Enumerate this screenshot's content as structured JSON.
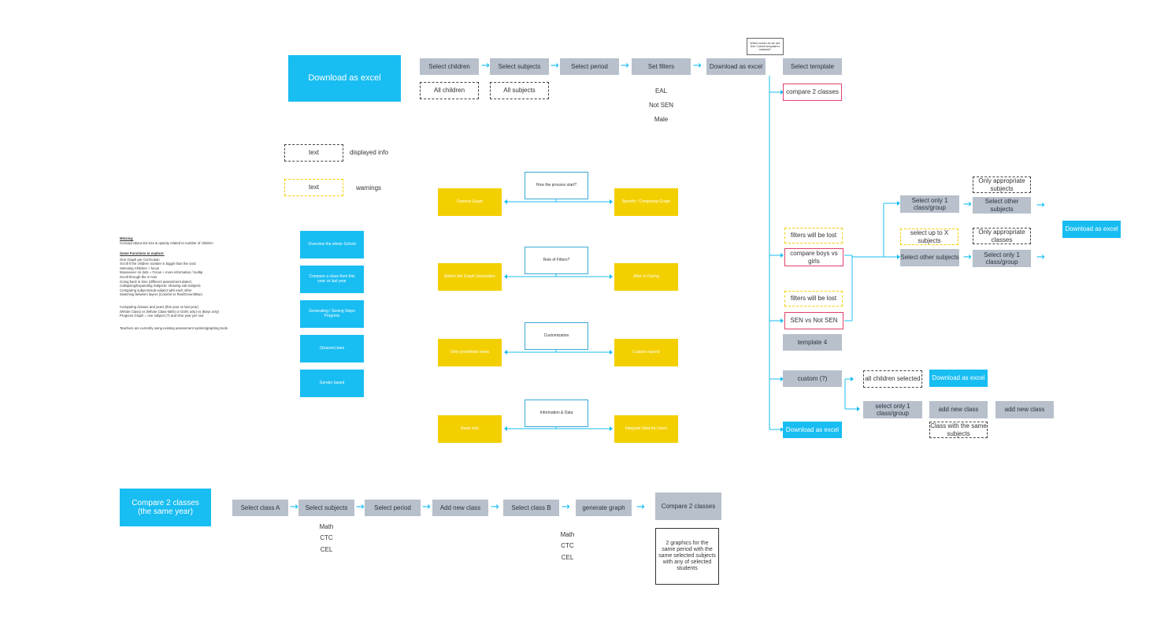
{
  "download_section": {
    "title": "Download as excel",
    "steps": [
      "Select children",
      "Select subjects",
      "Select period",
      "Set filters",
      "Download as excel"
    ],
    "defaults": [
      "All children",
      "All subjects"
    ],
    "filters": [
      "EAL",
      "Not SEN",
      "Male"
    ],
    "question_note": "Which screen do we see first. Current template is selected?",
    "select_template": "Select template",
    "options": [
      "compare 2 classes",
      "compare boys vs girls",
      "SEN vs Not SEN",
      "template 4",
      "custom (?)",
      "Download as excel"
    ],
    "warnings": [
      "filters will be lost",
      "filters will be lost"
    ],
    "boys_girls_branch": {
      "select_only_1_class": "Select only 1 class/group",
      "only_appropriate_subjects_1": "Only appropriate subjects",
      "select_other_subjects_1": "Select other subjects",
      "select_up_to_x": "select up to X subjects",
      "only_appropriate_classes": "Only appropriate classes",
      "select_other_subjects_2": "Select other subjects",
      "select_only_1_class_2": "Select only 1 class/group",
      "download": "Download as excel"
    },
    "custom_branch": {
      "all_children_selected": "all children selected",
      "download": "Download as excel",
      "select_only_1_class": "select only 1 class/group",
      "add_new_class_1": "add new class",
      "add_new_class_2": "add new class",
      "class_same_subjects": "Class with the same subjects"
    }
  },
  "legend": {
    "text_label": "text",
    "displayed_info": "displayed info",
    "text_label_2": "text",
    "warnings": "warnings"
  },
  "notes": {
    "missing_heading": "Missing:",
    "missing_lines": [
      "Concept about dot size & opacity related to number of children"
    ],
    "functions_heading": "Some Functions to explore:",
    "function_lines": [
      "One Graph per Curriculum",
      "Scroll if the children number is biggin than the card",
      "Selecting Children + focus",
      "Mouseover on dots = Focus + more information / tooltip",
      "Scroll through the X-Axis",
      "Going back in time (different assessment dates)",
      "Collapsing/Expanding Subjects: showing sub-subjects",
      "Comparing subjects/sub-subject with each other",
      "Switching between layers (Colorful vs Red/Green/Blue)"
    ],
    "compare_lines": [
      "Comparing classes and years (this year vs last year)",
      "(Whole Class) vs (Whole Class-SEN) or (Girls only) vs (Boys only)",
      "Progress Graph = one subject (?) and One year per row"
    ],
    "teachers_line": "Teachers are currently using existing assessment system/graphing tools"
  },
  "school_cards": [
    "Overview the whole School",
    "Compare a class from this year vs last year",
    "Generating / Seeing Steps Progress",
    "(Season) bars",
    "Gender based"
  ],
  "spectrums": [
    {
      "question": "How the process start?",
      "left": "General Graph",
      "right": "Specific / Comparing Graph"
    },
    {
      "question": "Role of Filters?",
      "left": "Before the Graph Generation",
      "right": "After or During"
    },
    {
      "question": "Customization",
      "left": "Only predefined views",
      "right": "Custom reports"
    },
    {
      "question": "Information & Data",
      "left": "Read only",
      "right": "Integrate Data for Users"
    }
  ],
  "compare_section": {
    "title": "Compare 2 classes (the same year)",
    "steps": [
      "Select class A",
      "Select subjects",
      "Select period",
      "Add new class",
      "Select class B",
      "generate graph",
      "Compare 2 classes"
    ],
    "subjects_a": [
      "Math",
      "CTC",
      "CEL"
    ],
    "subjects_b": [
      "Math",
      "CTC",
      "CEL"
    ],
    "result": "2 graphics for the same period with the same selected subjects with any of selected students"
  },
  "colors": {
    "accent": "#18bdf2",
    "step": "#b7c0cb",
    "spectrum": "#f3cf00",
    "option_border": "#e0406a"
  }
}
